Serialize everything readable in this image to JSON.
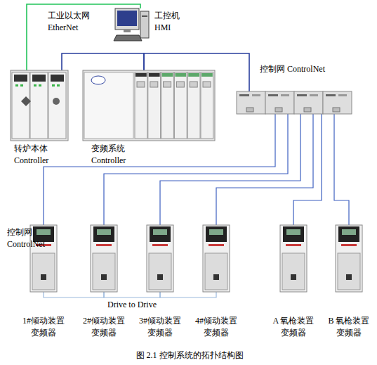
{
  "diagram": {
    "caption": "图 2.1 控制系统的拓扑结构图",
    "nodes": [
      {
        "text": [
          "工控机 HMI"
        ]
      },
      {
        "text": [
          "转炉本体 Controller"
        ]
      },
      {
        "text": [
          "变频系统 Controller"
        ]
      },
      {
        "text": [
          "控制网 ControlNet"
        ]
      },
      {
        "text": [
          "1#倾动装置 变频器"
        ]
      },
      {
        "text": [
          "2#倾动装置 变频器"
        ]
      },
      {
        "text": [
          "3#倾动装置 变频器"
        ]
      },
      {
        "text": [
          "4#倾动装置 变频器"
        ]
      },
      {
        "text": [
          "A 氧枪装置 变频器"
        ]
      },
      {
        "text": [
          "B 氧枪装置 变频器"
        ]
      }
    ],
    "edges": [
      {
        "from": 0,
        "to": 1,
        "arrow": "none"
      },
      {
        "from": 1,
        "to": 2,
        "arrow": "none"
      },
      {
        "from": 2,
        "to": 3,
        "arrow": "none"
      },
      {
        "from": 3,
        "to": 4,
        "arrow": "none"
      },
      {
        "from": 3,
        "to": 5,
        "arrow": "none"
      },
      {
        "from": 3,
        "to": 6,
        "arrow": "none"
      },
      {
        "from": 3,
        "to": 7,
        "arrow": "none"
      },
      {
        "from": 3,
        "to": 8,
        "arrow": "none"
      },
      {
        "from": 3,
        "to": 9,
        "arrow": "none"
      },
      {
        "from": 4,
        "to": 5,
        "arrow": "none"
      },
      {
        "from": 5,
        "to": 6,
        "label": "Drive to Drive",
        "arrow": "none"
      },
      {
        "from": 6,
        "to": 7,
        "arrow": "none"
      }
    ],
    "labels": [
      "工业以太网 EtherNet",
      "控制网 ControlNet"
    ]
  }
}
